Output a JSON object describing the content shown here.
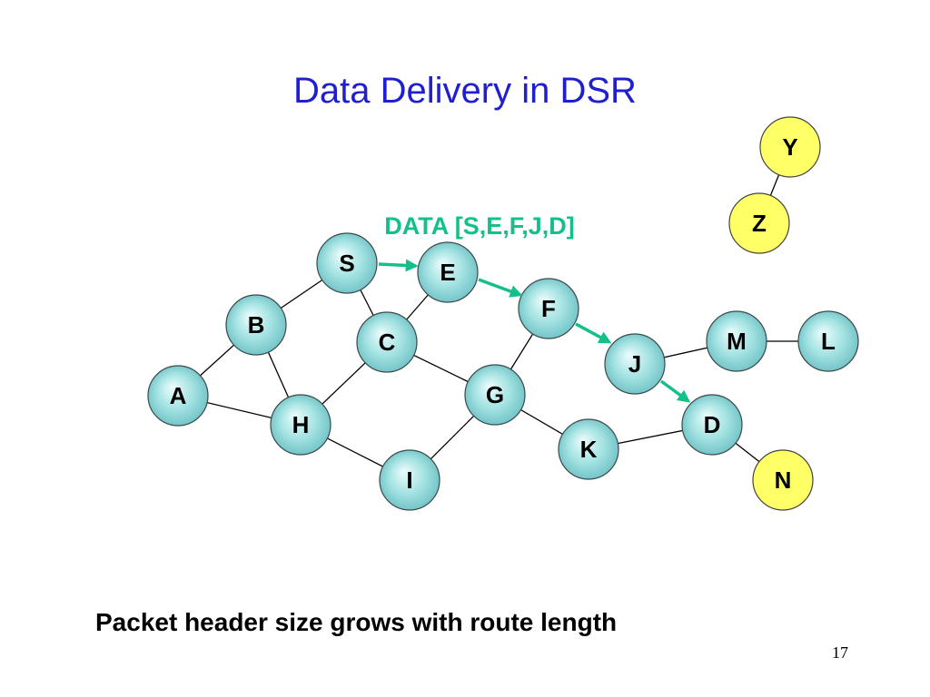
{
  "slide": {
    "title": "Data Delivery in DSR",
    "caption": "Packet header size grows with route length",
    "page_number": "17"
  },
  "diagram": {
    "route_label": "DATA [S,E,F,J,D]",
    "nodes": {
      "s": "S",
      "e": "E",
      "f": "F",
      "j": "J",
      "d": "D",
      "a": "A",
      "b": "B",
      "c": "C",
      "g": "G",
      "h": "H",
      "i": "I",
      "k": "K",
      "m": "M",
      "l": "L",
      "n": "N",
      "y": "Y",
      "z": "Z"
    }
  },
  "colors": {
    "title": "#1f1fd1",
    "route": "#14c08a",
    "node_fill": "#a3e2e2",
    "highlight_fill": "#ffff66",
    "edge": "#000000"
  }
}
